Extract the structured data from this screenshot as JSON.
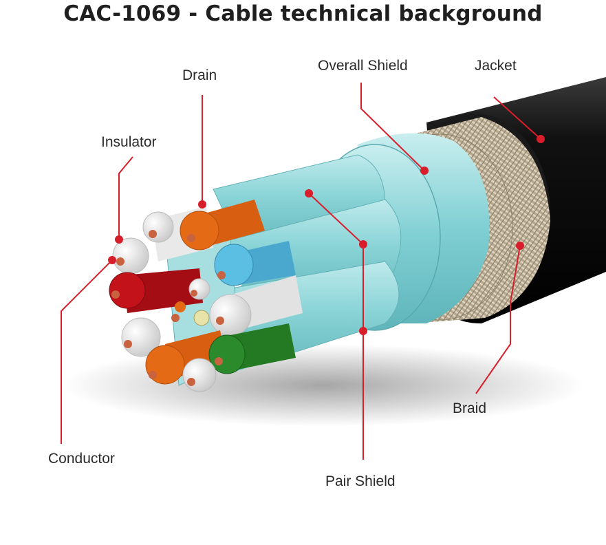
{
  "title": "CAC-1069 - Cable technical background",
  "labels": {
    "drain": "Drain",
    "overall_shield": "Overall Shield",
    "jacket": "Jacket",
    "insulator": "Insulator",
    "conductor": "Conductor",
    "pair_shield": "Pair Shield",
    "braid": "Braid"
  },
  "colors": {
    "leader": "#d81e2a",
    "jacket": "#0b0b0b",
    "shield": "#8fd6d9",
    "braid": "#b9ab94",
    "copper": "#c8623f",
    "orange_insulator": "#e46a15",
    "red_insulator": "#c3121a",
    "blue_insulator": "#5bbfe3",
    "green_insulator": "#2b8a2b",
    "white_insulator": "#f2f2f2"
  }
}
